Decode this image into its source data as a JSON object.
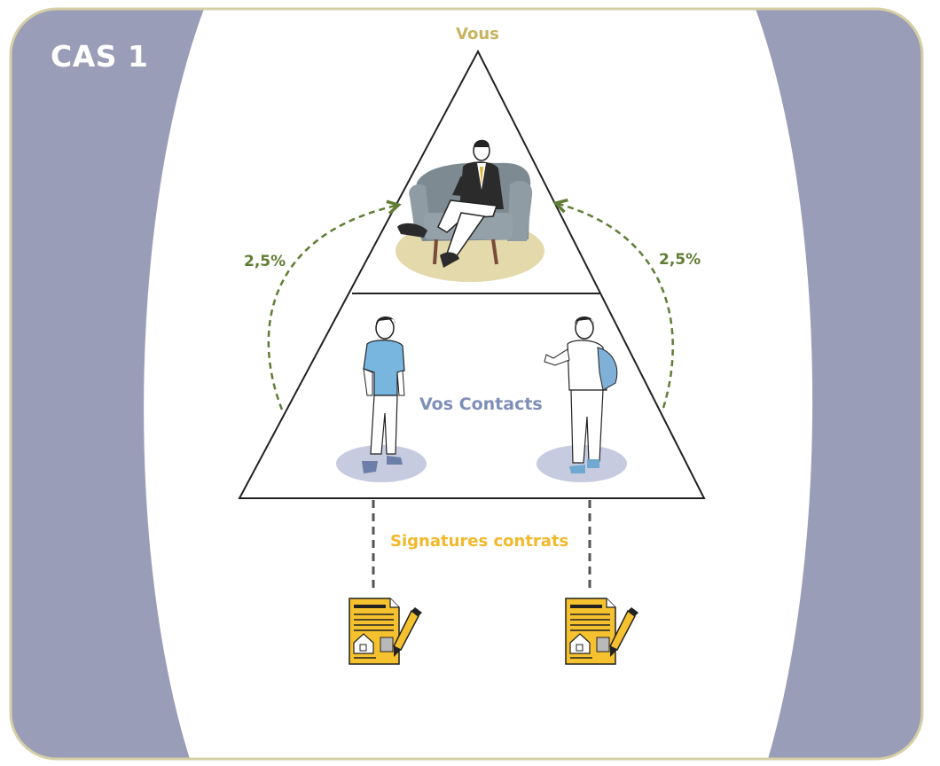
{
  "card": {
    "title": "CAS 1"
  },
  "diagram": {
    "top_label": "Vous",
    "middle_label": "Vos Contacts",
    "bottom_label": "Signatures contrats",
    "arrow_left_label": "2,5%",
    "arrow_right_label": "2,5%"
  },
  "colors": {
    "side_panel": "#9a9db7",
    "border": "#d6cfa6",
    "vous": "#c9b45e",
    "contacts": "#7f8fb8",
    "signatures": "#f1b92b",
    "arrow": "#5f7d34",
    "pedestal_gold": "#e3d9aa",
    "pedestal_blue": "#c6cbe0",
    "contract": "#f5c12e"
  },
  "icons": {
    "top_figure": "businessman-in-armchair-icon",
    "contact_left": "young-man-in-polo-icon",
    "contact_right": "student-with-backpack-icon",
    "contract": "contract-with-pen-icon"
  }
}
